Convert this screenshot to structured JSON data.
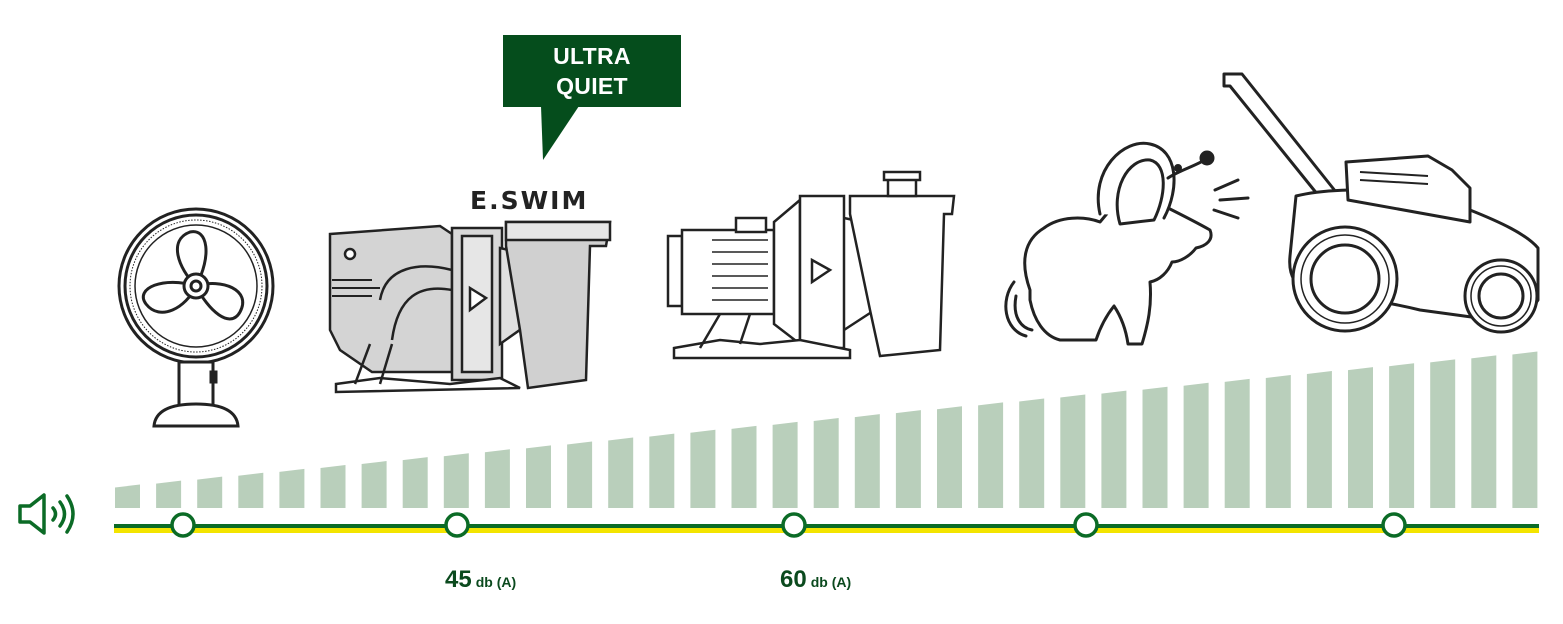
{
  "callout": {
    "line1": "ULTRA",
    "line2": "QUIET",
    "color": "#054d1c"
  },
  "brand": {
    "logo_text": "E.SWIM"
  },
  "scale": {
    "bar_color": "#b9cfbb",
    "line_green": "#0b6b26",
    "line_yellow": "#f3e400",
    "bar_count": 35,
    "markers": [
      {
        "name": "fan",
        "value": "",
        "unit": ""
      },
      {
        "name": "eswim-pump",
        "value": "45",
        "unit": "db (A)"
      },
      {
        "name": "standard-pump",
        "value": "60",
        "unit": "db (A)"
      },
      {
        "name": "dog",
        "value": "",
        "unit": ""
      },
      {
        "name": "lawn-mower",
        "value": "",
        "unit": ""
      }
    ]
  },
  "icons": [
    "volume-icon",
    "fan-icon",
    "eswim-pump-icon",
    "standard-pump-icon",
    "barking-dog-icon",
    "lawn-mower-icon"
  ]
}
